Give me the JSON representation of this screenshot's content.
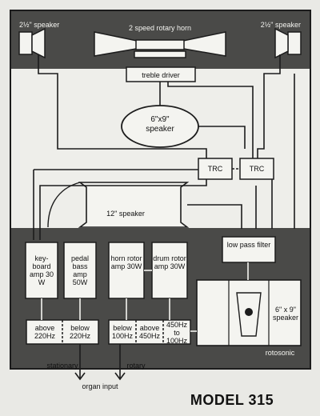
{
  "labels": {
    "speaker_left": "2½\" speaker",
    "speaker_right": "2½\" speaker",
    "rotary_horn": "2 speed rotary horn",
    "treble_driver": "treble driver",
    "speaker_6x9_top": "6\"x9\" speaker",
    "trc_left": "TRC",
    "trc_right": "TRC",
    "speaker_12": "12\" speaker",
    "keyboard_amp": "key- board amp 30 W",
    "pedal_bass_amp": "pedal bass amp 50W",
    "horn_rotor_amp": "horn rotor amp 30W",
    "drum_rotor_amp": "drum rotor amp 30W",
    "low_pass_filter": "low pass filter",
    "speaker_6x9_bottom": "6\" x 9\" speaker",
    "rotosonic": "rotosonic",
    "above_220": "above 220Hz",
    "below_220": "below 220Hz",
    "below_100": "below 100Hz",
    "above_450": "above 450Hz",
    "band_450_100": "450Hz to 100Hz",
    "stationary": "stationary",
    "rotary": "rotary",
    "organ_input": "organ input"
  },
  "title": "MODEL 315",
  "colors": {
    "dark_panel": "#4a4a48",
    "light_panel": "#eeeeea",
    "line": "#1c1c1c",
    "box": "#f4f4f0"
  }
}
